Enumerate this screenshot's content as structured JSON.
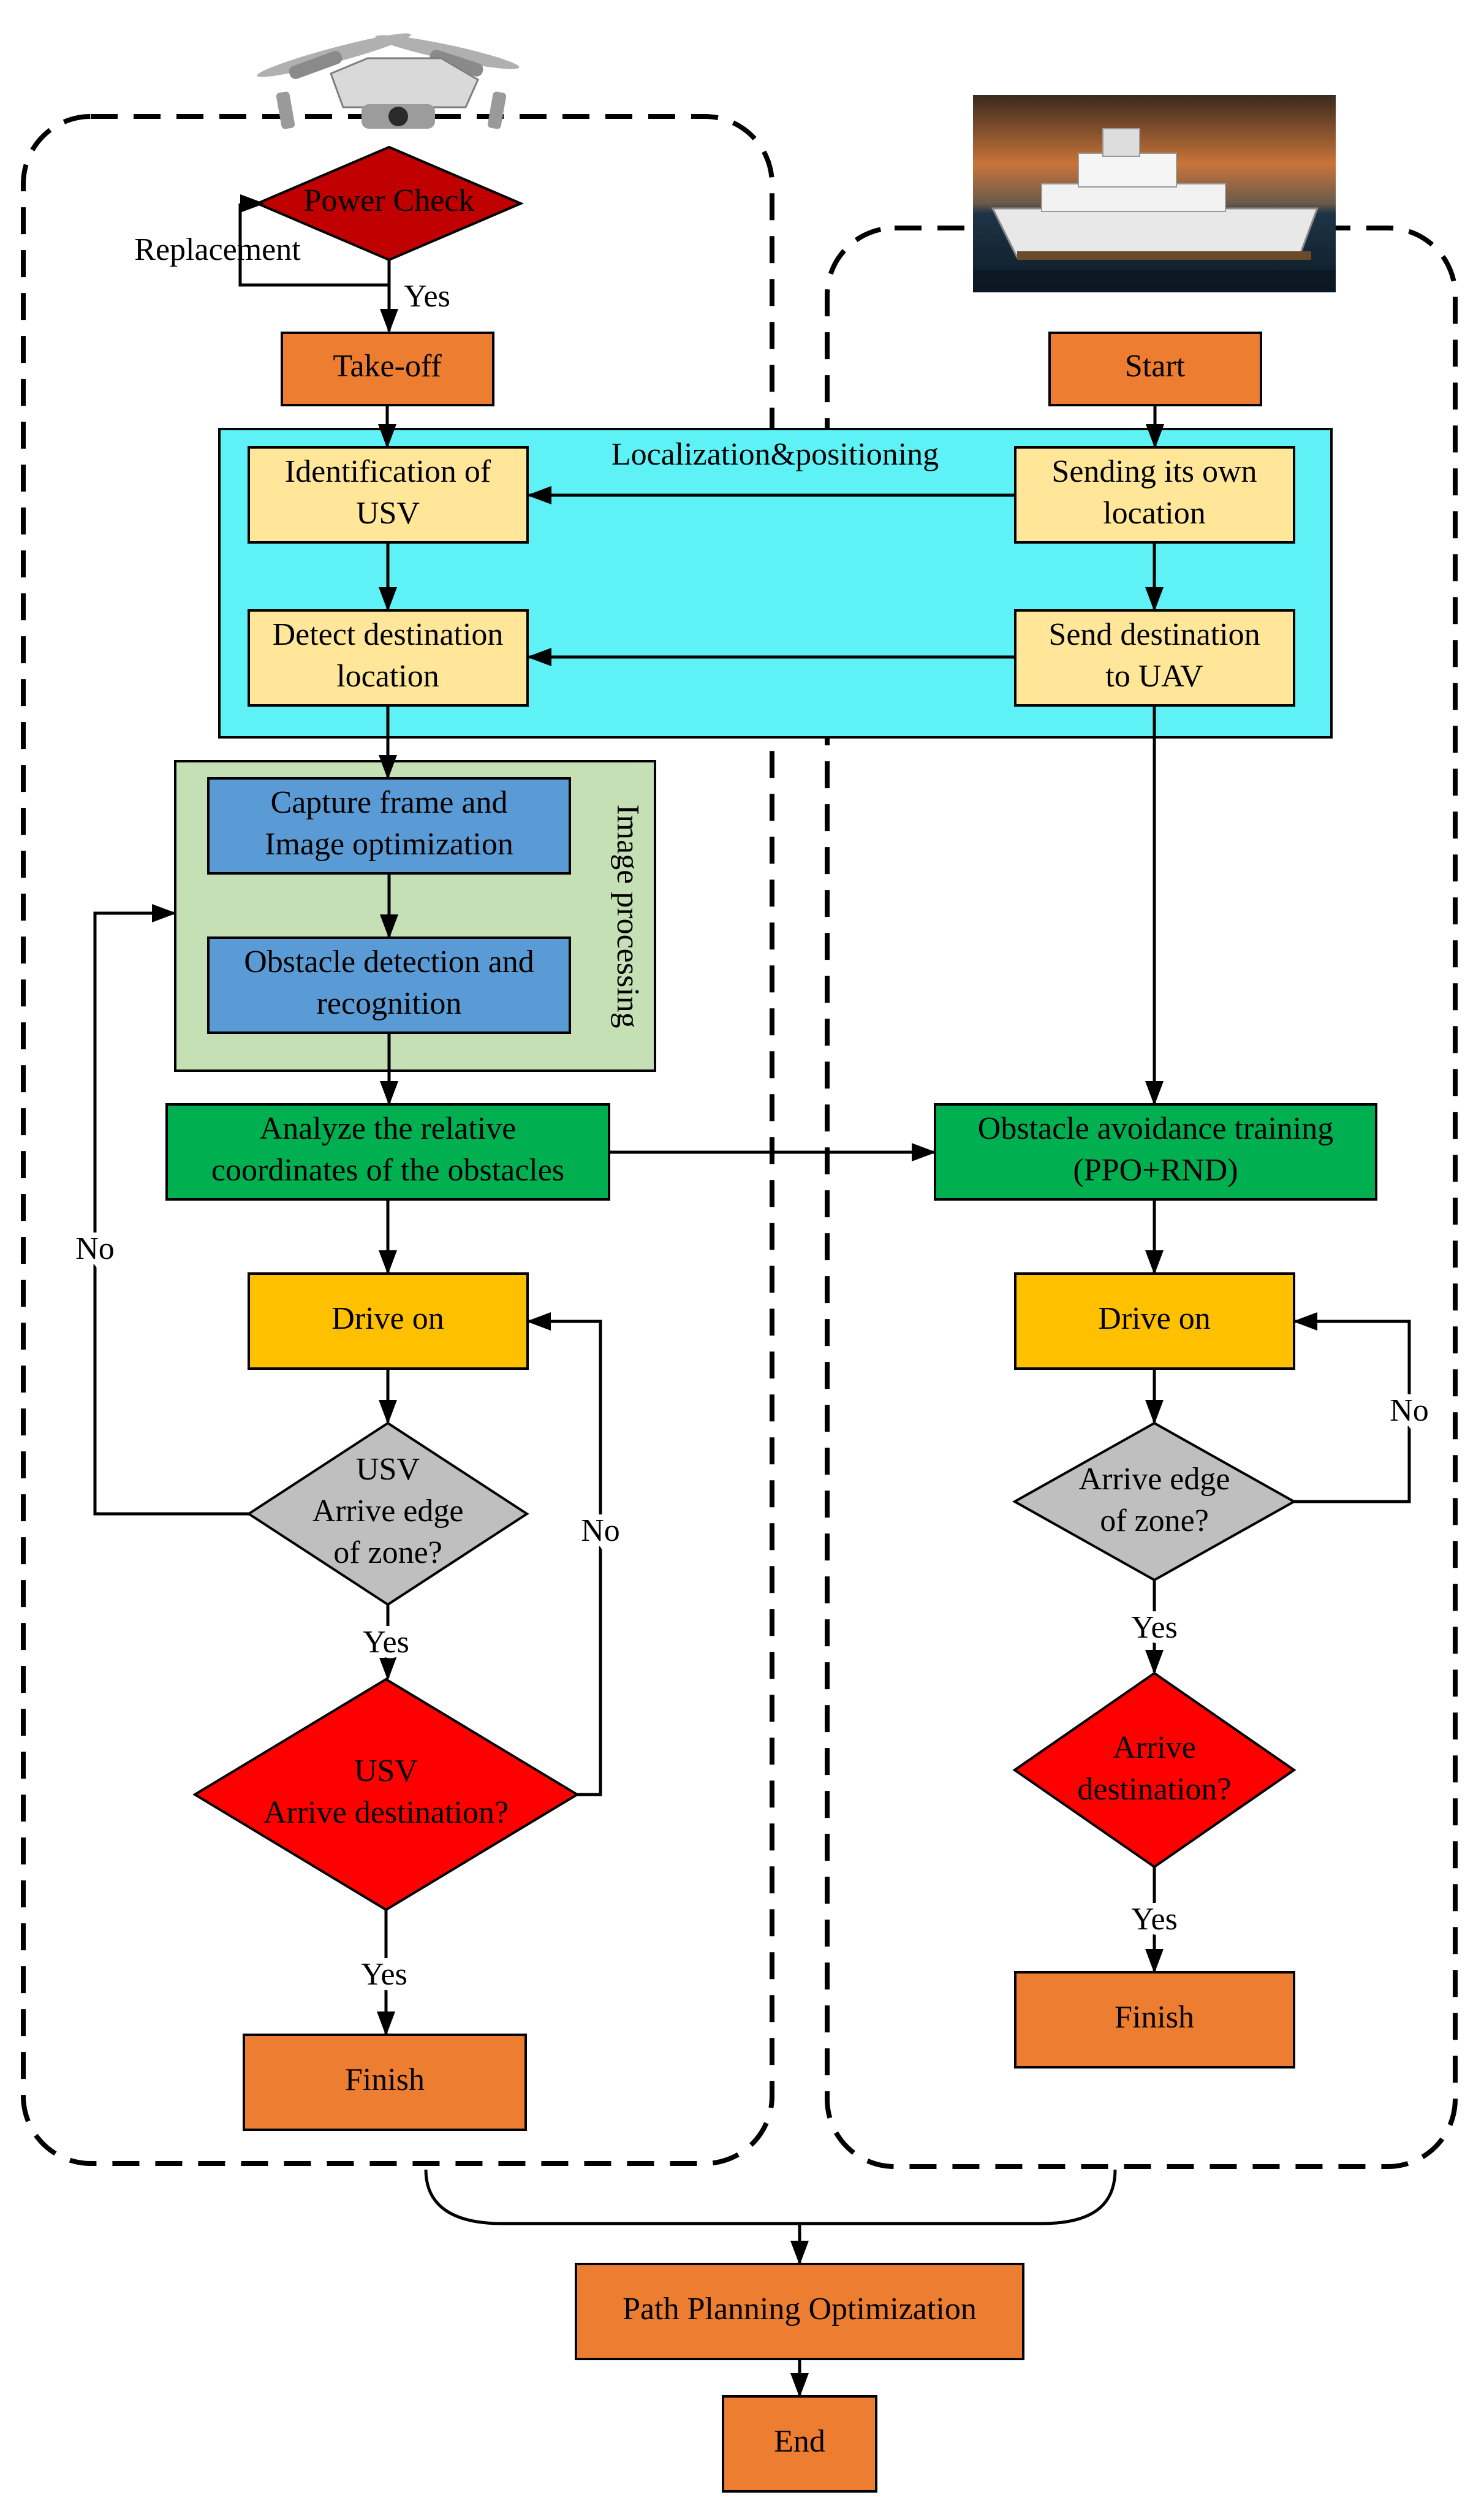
{
  "regions": {
    "localization": "Localization&positioning",
    "image_processing": "Image processing"
  },
  "uav": {
    "power_check": "Power Check",
    "replacement": "Replacement",
    "yes_power": "Yes",
    "take_off": "Take-off",
    "identification": [
      "Identification of",
      "USV"
    ],
    "detect_destination": [
      "Detect destination",
      "location"
    ],
    "capture_frame": [
      "Capture frame and",
      "Image optimization"
    ],
    "obstacle_detection": [
      "Obstacle detection and",
      "recognition"
    ],
    "analyze": [
      "Analyze the relative",
      "coordinates of the obstacles"
    ],
    "drive_on": "Drive on",
    "arrive_edge": [
      "USV",
      "Arrive edge",
      "of zone?"
    ],
    "no_edge": "No",
    "yes_edge": "Yes",
    "arrive_destination": [
      "USV",
      "Arrive destination?"
    ],
    "no_destination": "No",
    "yes_destination": "Yes",
    "finish": "Finish"
  },
  "usv": {
    "start": "Start",
    "sending_location": [
      "Sending its own",
      "location"
    ],
    "send_destination": [
      "Send destination",
      "to UAV"
    ],
    "training": [
      "Obstacle avoidance training",
      "(PPO+RND)"
    ],
    "drive_on": "Drive on",
    "arrive_edge": [
      "Arrive edge",
      "of zone?"
    ],
    "no_edge": "No",
    "yes_edge": "Yes",
    "arrive_destination": [
      "Arrive",
      "destination?"
    ],
    "yes_destination": "Yes",
    "finish": "Finish"
  },
  "merge": {
    "path_planning": "Path Planning Optimization",
    "end": "End"
  },
  "colors": {
    "orange": "#ed7d31",
    "light_yellow": "#ffe699",
    "cyan": "#5ef1f6",
    "light_green": "#c5e0b4",
    "blue": "#5b9bd5",
    "green": "#00b050",
    "gold": "#ffc000",
    "gray": "#bfbfbf",
    "red": "#ff0000",
    "dark_red": "#c00000"
  }
}
